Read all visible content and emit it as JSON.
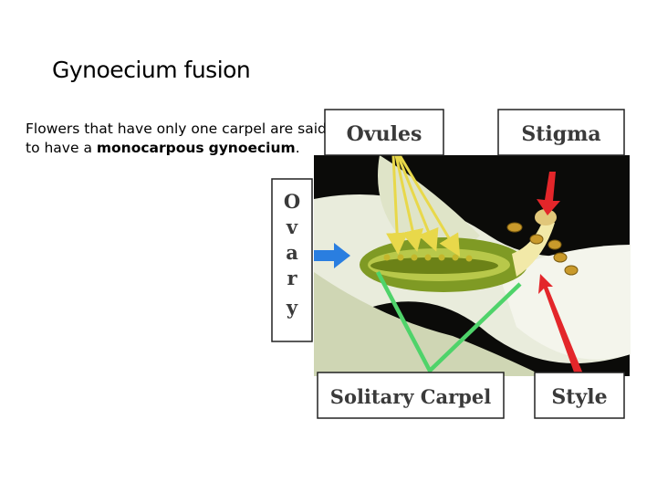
{
  "slide": {
    "title": "Gynoecium fusion",
    "body": {
      "part1": "Flowers that have only one carpel are said to have a ",
      "term1": "monocarpous",
      "part2": " ",
      "term2": "gynoecium",
      "part3": "."
    }
  },
  "figure": {
    "labels": {
      "ovules": "Ovules",
      "stigma": "Stigma",
      "ovary": "Ovary",
      "solitary_carpel": "Solitary Carpel",
      "style": "Style"
    },
    "arrow_colors": {
      "ovules": "#e8d84a",
      "stigma": "#e3262a",
      "ovary": "#2a7ee0",
      "solitary_carpel": "#4fd36a",
      "style": "#e3262a"
    }
  }
}
